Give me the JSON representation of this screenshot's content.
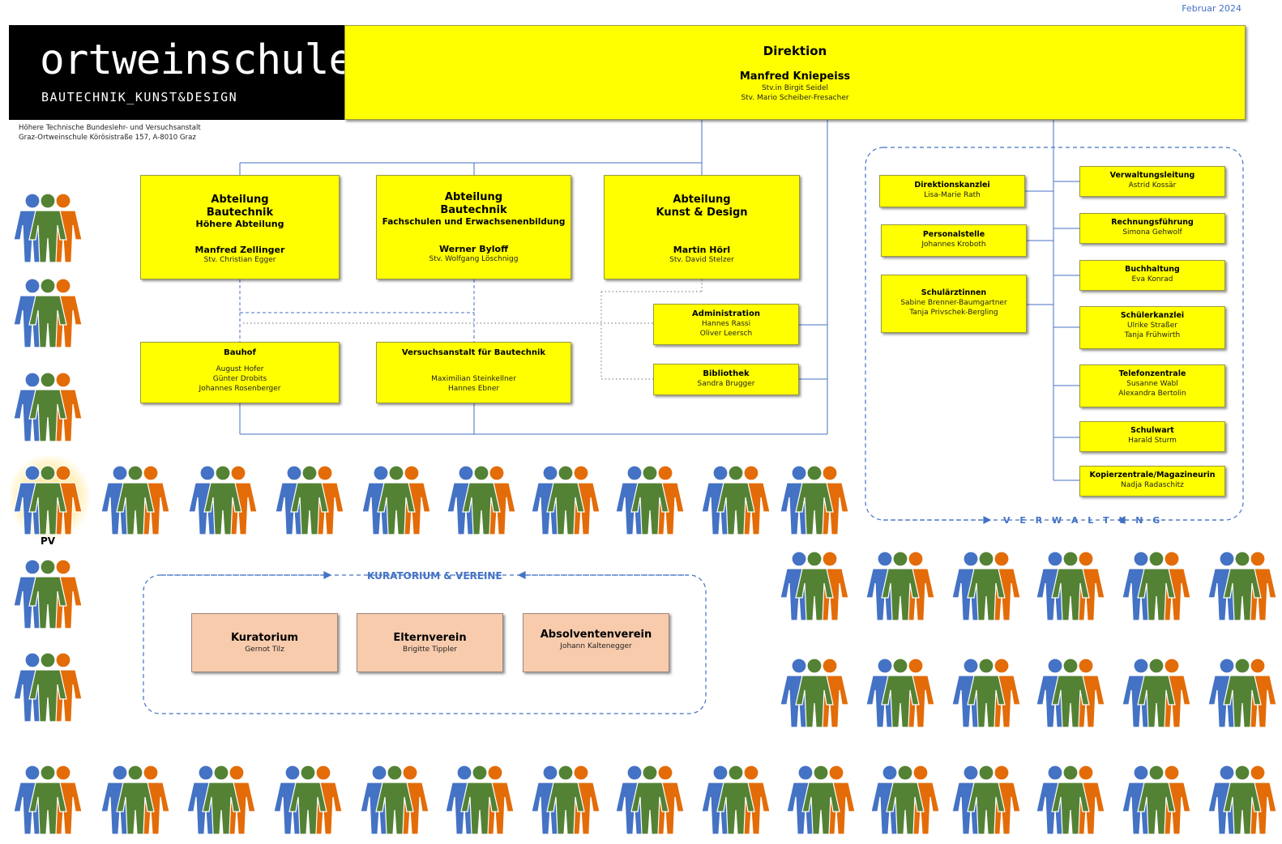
{
  "header": {
    "date": "Februar 2024",
    "logo_main": "ortweinschule",
    "logo_sub": "BAUTECHNIK_KUNST&DESIGN",
    "address_line1": "Höhere Technische Bundeslehr- und Versuchsanstalt",
    "address_line2": "Graz-Ortweinschule Körösistraße 157, A-8010 Graz"
  },
  "direktion": {
    "title": "Direktion",
    "head": "Manfred Kniepeiss",
    "deputy1": "Stv.in Birgit Seidel",
    "deputy2": "Stv. Mario Scheiber-Fresacher"
  },
  "departments": [
    {
      "line1": "Abteilung",
      "line2": "Bautechnik",
      "line3": "Höhere Abteilung",
      "head": "Manfred Zellinger",
      "deputy": "Stv. Christian Egger"
    },
    {
      "line1": "Abteilung",
      "line2": "Bautechnik",
      "line3": "Fachschulen und Erwachsenenbildung",
      "head": "Werner Byloff",
      "deputy": "Stv. Wolfgang Löschnigg"
    },
    {
      "line1": "Abteilung",
      "line2": "Kunst & Design",
      "line3": "",
      "head": "Martin Hörl",
      "deputy": "Stv. David Stelzer"
    }
  ],
  "units": {
    "bauhof": {
      "title": "Bauhof",
      "p1": "August Hofer",
      "p2": "Günter Drobits",
      "p3": "Johannes Rosenberger"
    },
    "versuchsanstalt": {
      "title": "Versuchsanstalt für Bautechnik",
      "p1": "Maximilian Steinkellner",
      "p2": "Hannes Ebner"
    },
    "administration": {
      "title": "Administration",
      "p1": "Hannes Rassi",
      "p2": "Oliver Leersch"
    },
    "bibliothek": {
      "title": "Bibliothek",
      "p1": "Sandra Brugger"
    }
  },
  "verwaltung": {
    "label": "V E R W A L T U N G",
    "left": [
      {
        "title": "Direktionskanzlei",
        "people": [
          "Lisa-Marie Rath"
        ]
      },
      {
        "title": "Personalstelle",
        "people": [
          "Johannes Kroboth"
        ]
      },
      {
        "title": "Schulärztinnen",
        "people": [
          "Sabine Brenner-Baumgartner",
          "Tanja Privschek-Bergling"
        ]
      }
    ],
    "right": [
      {
        "title": "Verwaltungsleitung",
        "people": [
          "Astrid Kossär"
        ]
      },
      {
        "title": "Rechnungsführung",
        "people": [
          "Simona Gehwolf"
        ]
      },
      {
        "title": "Buchhaltung",
        "people": [
          "Eva Konrad"
        ]
      },
      {
        "title": "Schülerkanzlei",
        "people": [
          "Ulrike Straßer",
          "Tanja Frühwirth"
        ]
      },
      {
        "title": "Telefonzentrale",
        "people": [
          "Susanne Wabl",
          "Alexandra Bertolin"
        ]
      },
      {
        "title": "Schulwart",
        "people": [
          "Harald Sturm"
        ]
      },
      {
        "title": "Kopierzentrale/Magazineurin",
        "people": [
          "Nadja Radaschitz"
        ]
      }
    ]
  },
  "kuratorium": {
    "label": "KURATORIUM & VEREINE",
    "boxes": [
      {
        "title": "Kuratorium",
        "person": "Gernot Tilz"
      },
      {
        "title": "Elternverein",
        "person": "Brigitte Tippler"
      },
      {
        "title": "Absolventenverein",
        "person": "Johann Kaltenegger"
      }
    ]
  },
  "pv_label": "PV",
  "colors": {
    "yellow": "#ffff00",
    "peach": "#f8cbad",
    "line": "#4472c4",
    "person_blue": "#4472c4",
    "person_green": "#548235",
    "person_orange": "#e36c09"
  }
}
